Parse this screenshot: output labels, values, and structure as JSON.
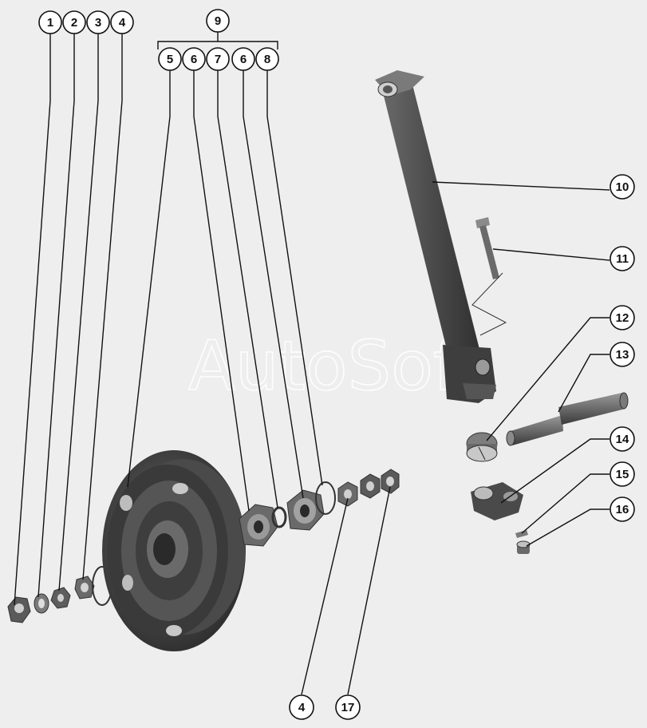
{
  "watermark": "AutoSoft",
  "colors": {
    "background": "#eeeeee",
    "part_dark": "#3a3a3a",
    "part_mid": "#5a5a5a",
    "part_light": "#8a8a8a",
    "callout_stroke": "#111111"
  },
  "callouts": [
    {
      "id": "c1",
      "label": "1"
    },
    {
      "id": "c2",
      "label": "2"
    },
    {
      "id": "c3",
      "label": "3"
    },
    {
      "id": "c4a",
      "label": "4"
    },
    {
      "id": "c9",
      "label": "9"
    },
    {
      "id": "c5",
      "label": "5"
    },
    {
      "id": "c6a",
      "label": "6"
    },
    {
      "id": "c7",
      "label": "7"
    },
    {
      "id": "c6b",
      "label": "6"
    },
    {
      "id": "c8",
      "label": "8"
    },
    {
      "id": "c10",
      "label": "10"
    },
    {
      "id": "c11",
      "label": "11"
    },
    {
      "id": "c12",
      "label": "12"
    },
    {
      "id": "c13",
      "label": "13"
    },
    {
      "id": "c14",
      "label": "14"
    },
    {
      "id": "c15",
      "label": "15"
    },
    {
      "id": "c16",
      "label": "16"
    },
    {
      "id": "c4b",
      "label": "4"
    },
    {
      "id": "c17",
      "label": "17"
    }
  ]
}
